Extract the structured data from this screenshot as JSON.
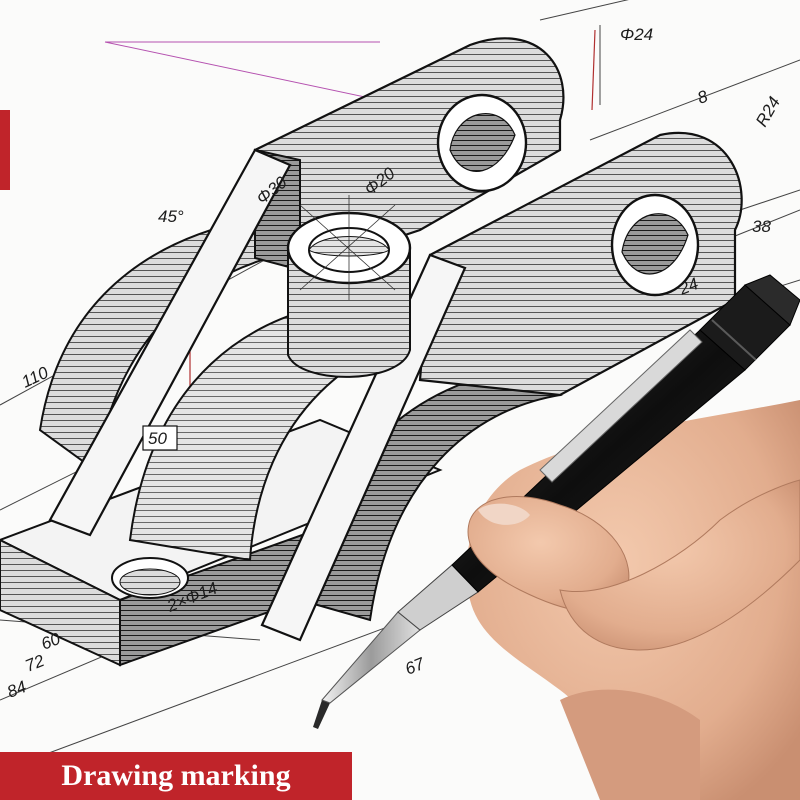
{
  "caption": "Drawing marking",
  "dimensions": {
    "phi24": "Φ24",
    "eight": "8",
    "r24": "R24",
    "phi30": "Φ30",
    "phi20": "Φ20",
    "angle45": "45°",
    "thirtyeight": "38",
    "twentyfour": "24",
    "one_ten": "110",
    "fifty": "50",
    "holes": "2×Φ14",
    "sixty": "60",
    "seventytwo": "72",
    "eightyfour": "84",
    "sixtyseven": "67"
  },
  "colors": {
    "banner": "#c0242a",
    "ink": "#1c1c1c",
    "pen_body": "#151515",
    "skin": "#e9b79a"
  }
}
